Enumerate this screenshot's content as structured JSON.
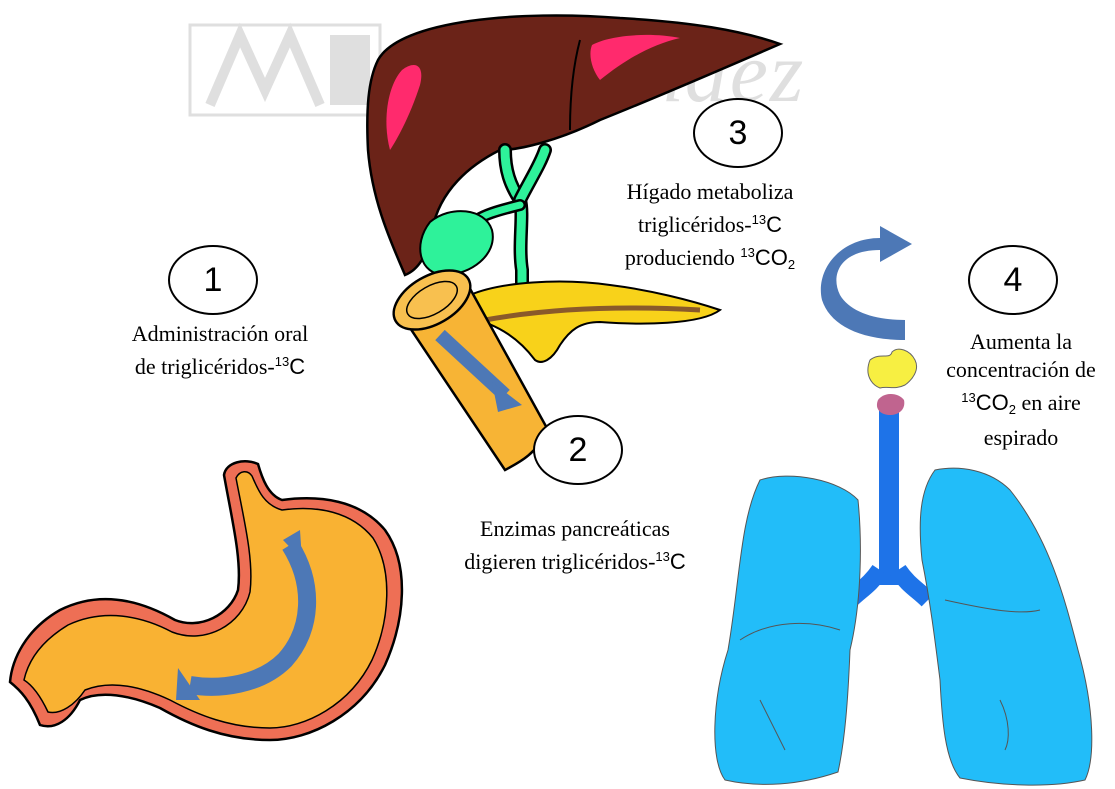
{
  "watermark": {
    "text": "Hernández"
  },
  "steps": [
    {
      "number": "1",
      "line1": "Administración oral",
      "line2_pre": "de triglicéridos-",
      "line2_sup": "13",
      "line2_post": "C"
    },
    {
      "number": "2",
      "line1": "Enzimas pancreáticas",
      "line2_pre": "digieren triglicéridos-",
      "line2_sup": "13",
      "line2_post": "C"
    },
    {
      "number": "3",
      "line1": "Hígado metaboliza",
      "line2_pre": "triglicéridos-",
      "line2_sup": "13",
      "line2_post": "C",
      "line3_pre": "produciendo ",
      "line3_sup": "13",
      "line3_post": "CO",
      "line3_sub": "2"
    },
    {
      "number": "4",
      "line1": "Aumenta la",
      "line2": "concentración de",
      "line3_sup": "13",
      "line3_co": "CO",
      "line3_sub": "2",
      "line3_post": " en aire",
      "line4": "espirado"
    }
  ],
  "colors": {
    "liver": "#6b2318",
    "liver_highlight": "#ff2a6d",
    "bile": "#2ef29a",
    "pancreas": "#f8d21a",
    "duodenum": "#f7b435",
    "stomach_fill": "#f9b233",
    "stomach_wall": "#ee6f55",
    "arrow": "#4d78b6",
    "lungs": "#22bdf9",
    "trachea": "#1e73e8",
    "larynx": "#f7ef42"
  }
}
